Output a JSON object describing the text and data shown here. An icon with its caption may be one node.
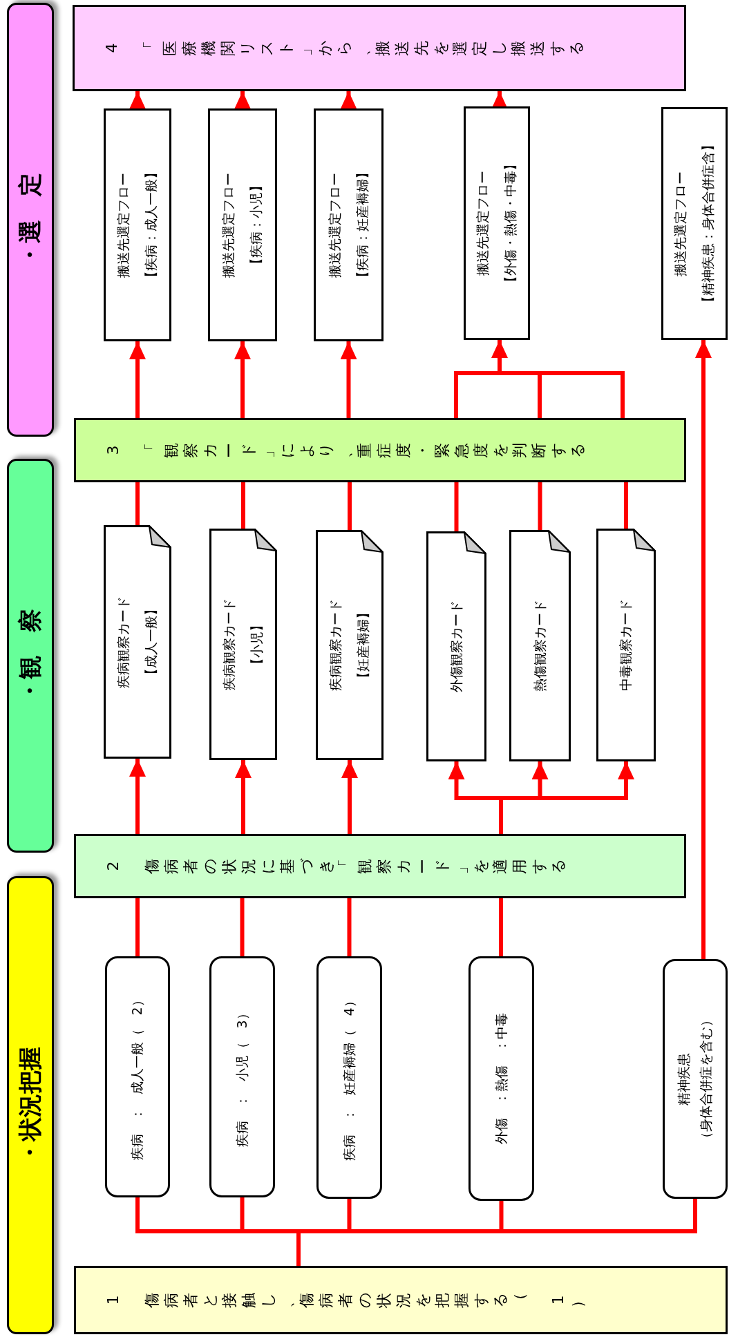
{
  "diagram": {
    "nodes": [
      {
        "text": [
          "・選　定"
        ]
      },
      {
        "text": [
          "4　「医療機関リスト」から、搬送先を選定し搬送する"
        ]
      },
      {
        "text": [
          "搬送先選定フロー",
          "【疾病：成人一般】"
        ]
      },
      {
        "text": [
          "搬送先選定フロー",
          "【疾病：小児】"
        ]
      },
      {
        "text": [
          "搬送先選定フロー",
          "【疾病：妊産褥婦】"
        ]
      },
      {
        "text": [
          "搬送先選定フロー",
          "【外傷・熱傷・中毒】"
        ]
      },
      {
        "text": [
          "搬送先選定フロー",
          "【精神疾患：身体合併症含】"
        ]
      },
      {
        "text": [
          "・観　察"
        ]
      },
      {
        "text": [
          "3　「観察カード」により、重症度・緊急度を判断する"
        ]
      },
      {
        "text": [
          "疾病観察カード",
          "【成人一般】"
        ]
      },
      {
        "text": [
          "疾病観察カード",
          "【小児】"
        ]
      },
      {
        "text": [
          "疾病観察カード",
          "【妊産褥婦】"
        ]
      },
      {
        "text": [
          "外傷観察カード"
        ]
      },
      {
        "text": [
          "熱傷観察カード"
        ]
      },
      {
        "text": [
          "中毒観察カード"
        ]
      },
      {
        "text": [
          "2　傷病者の状況に基づき「観察カード」を適用する"
        ]
      },
      {
        "text": [
          "・状況把握"
        ]
      },
      {
        "text": [
          "疾病　：　成人一般（　2）"
        ]
      },
      {
        "text": [
          "疾病　：　小児（　3）"
        ]
      },
      {
        "text": [
          "疾病　：　妊産褥婦（　4）"
        ]
      },
      {
        "text": [
          "外傷　：熱傷　：中毒"
        ]
      },
      {
        "text": [
          "精神疾患",
          "（身体合併症を含む）"
        ]
      },
      {
        "text": [
          "1　傷病者と接触し、傷病者の状況を把握する（　1）"
        ]
      }
    ],
    "edges": [
      {
        "from": 22,
        "to": 17,
        "arrow": "none"
      },
      {
        "from": 22,
        "to": 18,
        "arrow": "none"
      },
      {
        "from": 22,
        "to": 19,
        "arrow": "none"
      },
      {
        "from": 22,
        "to": 20,
        "arrow": "none"
      },
      {
        "from": 22,
        "to": 21,
        "arrow": "none"
      },
      {
        "from": 17,
        "to": 15,
        "arrow": "none"
      },
      {
        "from": 18,
        "to": 15,
        "arrow": "none"
      },
      {
        "from": 19,
        "to": 15,
        "arrow": "none"
      },
      {
        "from": 20,
        "to": 15,
        "arrow": "none"
      },
      {
        "from": 15,
        "to": 9,
        "arrow": "to"
      },
      {
        "from": 15,
        "to": 10,
        "arrow": "to"
      },
      {
        "from": 15,
        "to": 11,
        "arrow": "to"
      },
      {
        "from": 15,
        "to": 12,
        "arrow": "to"
      },
      {
        "from": 15,
        "to": 13,
        "arrow": "to"
      },
      {
        "from": 15,
        "to": 14,
        "arrow": "to"
      },
      {
        "from": 9,
        "to": 8,
        "arrow": "none"
      },
      {
        "from": 10,
        "to": 8,
        "arrow": "none"
      },
      {
        "from": 11,
        "to": 8,
        "arrow": "none"
      },
      {
        "from": 12,
        "to": 8,
        "arrow": "none"
      },
      {
        "from": 13,
        "to": 8,
        "arrow": "none"
      },
      {
        "from": 14,
        "to": 8,
        "arrow": "none"
      },
      {
        "from": 8,
        "to": 2,
        "arrow": "to"
      },
      {
        "from": 8,
        "to": 3,
        "arrow": "to"
      },
      {
        "from": 8,
        "to": 4,
        "arrow": "to"
      },
      {
        "from": 8,
        "to": 5,
        "arrow": "to"
      },
      {
        "from": 2,
        "to": 1,
        "arrow": "to"
      },
      {
        "from": 3,
        "to": 1,
        "arrow": "to"
      },
      {
        "from": 4,
        "to": 1,
        "arrow": "to"
      },
      {
        "from": 5,
        "to": 1,
        "arrow": "to"
      },
      {
        "from": 21,
        "to": 6,
        "arrow": "to"
      }
    ]
  }
}
